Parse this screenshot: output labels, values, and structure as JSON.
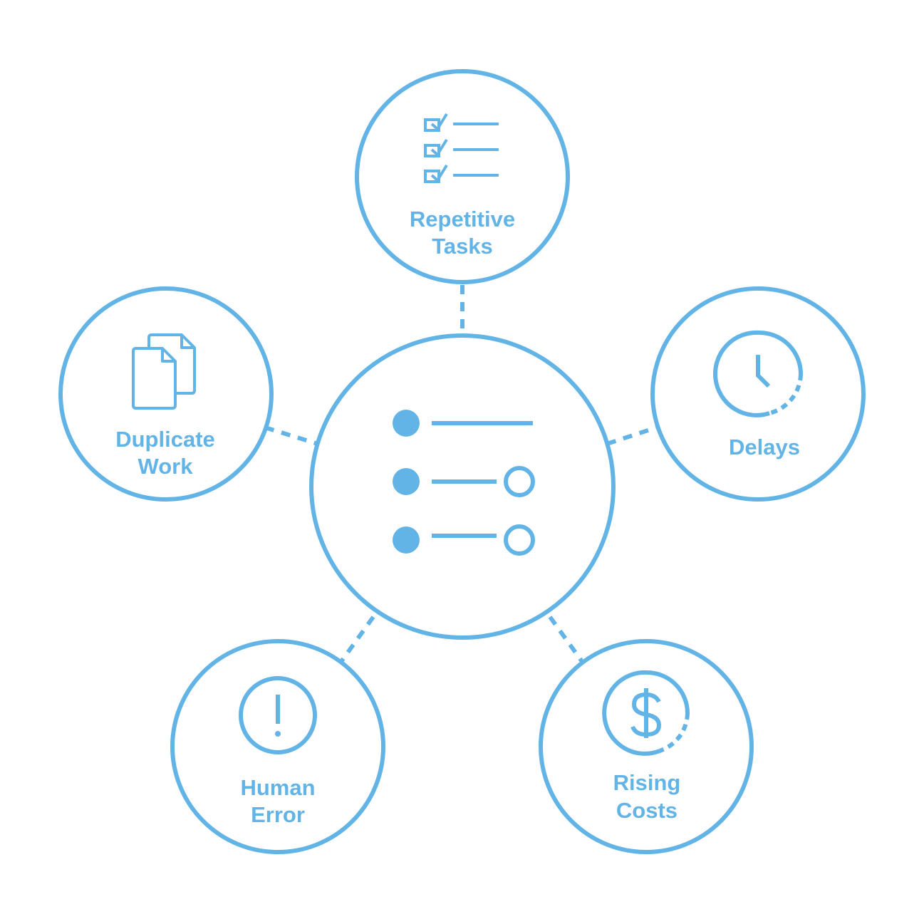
{
  "colors": {
    "accent": "#63b4e6",
    "background": "#ffffff"
  },
  "center": {
    "icon": "list-progress-icon"
  },
  "nodes": {
    "top": {
      "icon": "checklist-icon",
      "line1": "Repetitive",
      "line2": "Tasks"
    },
    "left": {
      "icon": "documents-icon",
      "line1": "Duplicate",
      "line2": "Work"
    },
    "right": {
      "icon": "clock-icon",
      "line1": "Delays"
    },
    "bottom_left": {
      "icon": "exclamation-icon",
      "line1": "Human",
      "line2": "Error"
    },
    "bottom_right": {
      "icon": "dollar-icon",
      "line1": "Rising",
      "line2": "Costs"
    }
  }
}
